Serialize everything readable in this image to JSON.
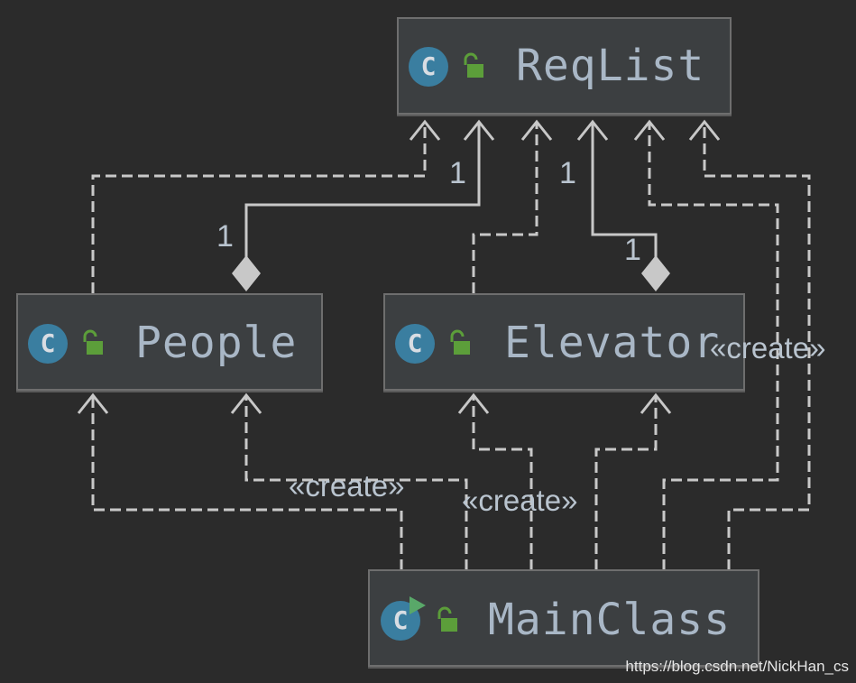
{
  "classes": {
    "reqlist": {
      "name": "ReqList",
      "icon": "c-class-icon",
      "icon_letter": "C"
    },
    "people": {
      "name": "People",
      "icon": "c-class-icon",
      "icon_letter": "C"
    },
    "elevator": {
      "name": "Elevator",
      "icon": "c-class-icon",
      "icon_letter": "C"
    },
    "mainclass": {
      "name": "MainClass",
      "icon": "c-main-class-icon",
      "icon_letter": "C"
    }
  },
  "multiplicity": {
    "people_top": "1",
    "people_bottom": "1",
    "elevator_top": "1",
    "elevator_bottom": "1"
  },
  "stereotypes": {
    "create_a": "«create»",
    "create_b": "«create»",
    "create_c": "«create»"
  },
  "watermark": "https://blog.csdn.net/NickHan_cs",
  "colors": {
    "background": "#2b2b2b",
    "box_fill": "#3c3f41",
    "box_border": "#6e6e6e",
    "edge": "#c8c8c8",
    "icon_fill": "#3a7ea0",
    "lock_green": "#5c9e3a",
    "run_green": "#59a869",
    "text": "#a9b7c6"
  }
}
